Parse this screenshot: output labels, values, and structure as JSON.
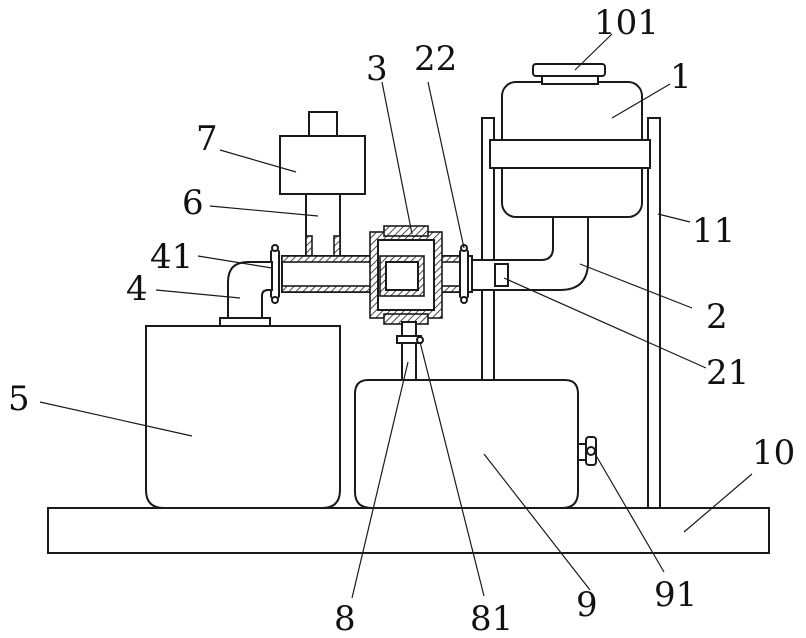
{
  "labels": {
    "l101": "101",
    "l1": "1",
    "l3": "3",
    "l22": "22",
    "l7": "7",
    "l6": "6",
    "l41": "41",
    "l4": "4",
    "l11": "11",
    "l2": "2",
    "l21": "21",
    "l5": "5",
    "l10": "10",
    "l8": "8",
    "l81": "81",
    "l9": "9",
    "l91": "91"
  },
  "colors": {
    "line": "#1a1a1a",
    "background": "#ffffff"
  }
}
